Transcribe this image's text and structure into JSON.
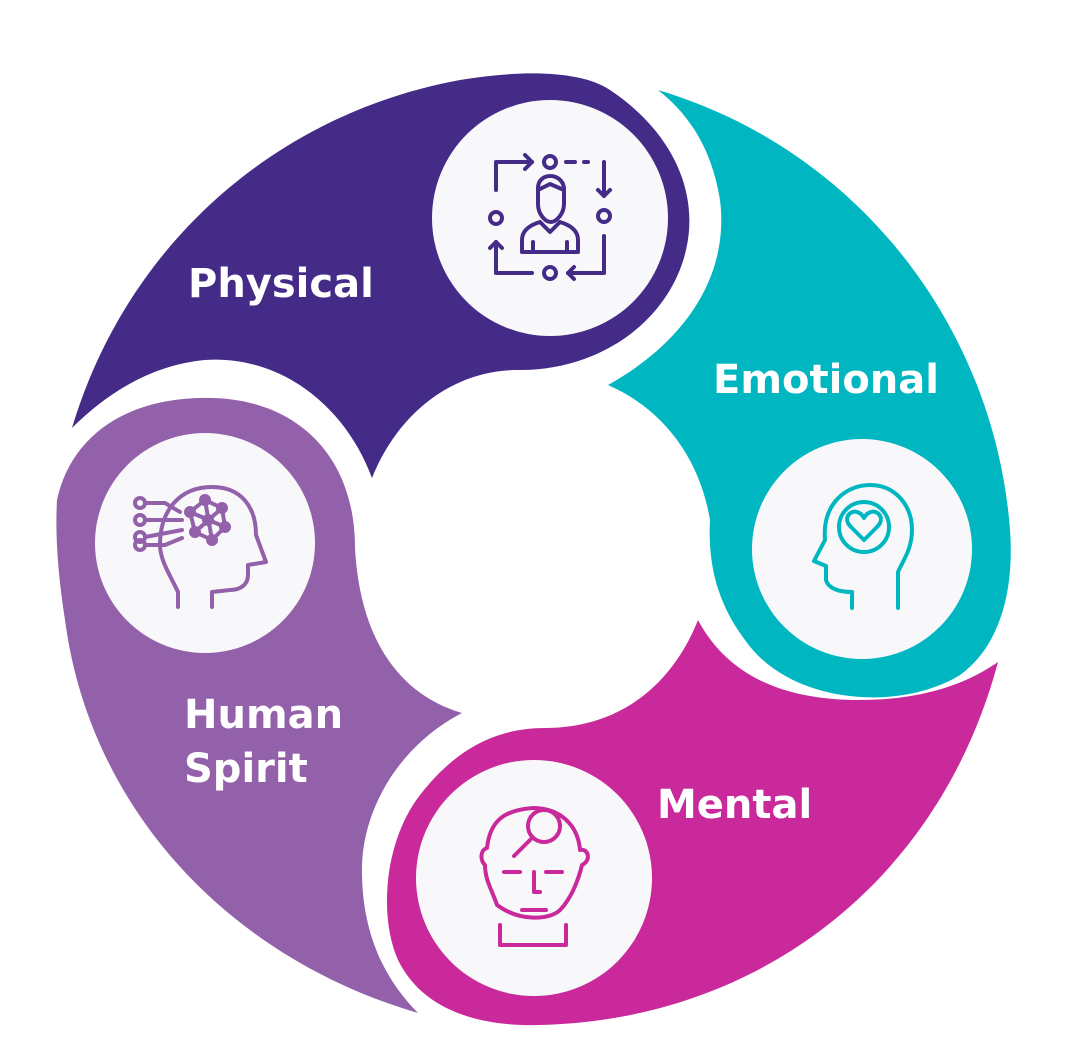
{
  "diagram": {
    "segments": [
      {
        "id": "physical",
        "label_lines": [
          "Physical"
        ],
        "color": "#442b87",
        "icon": "person-process-icon"
      },
      {
        "id": "emotional",
        "label_lines": [
          "Emotional"
        ],
        "color": "#00b7c1",
        "icon": "heart-head-icon"
      },
      {
        "id": "mental",
        "label_lines": [
          "Mental"
        ],
        "color": "#c9299a",
        "icon": "head-magnifier-icon"
      },
      {
        "id": "human-spirit",
        "label_lines": [
          "Human",
          "Spirit"
        ],
        "color": "#9361aa",
        "icon": "head-network-icon"
      }
    ],
    "background": "#ffffff"
  }
}
